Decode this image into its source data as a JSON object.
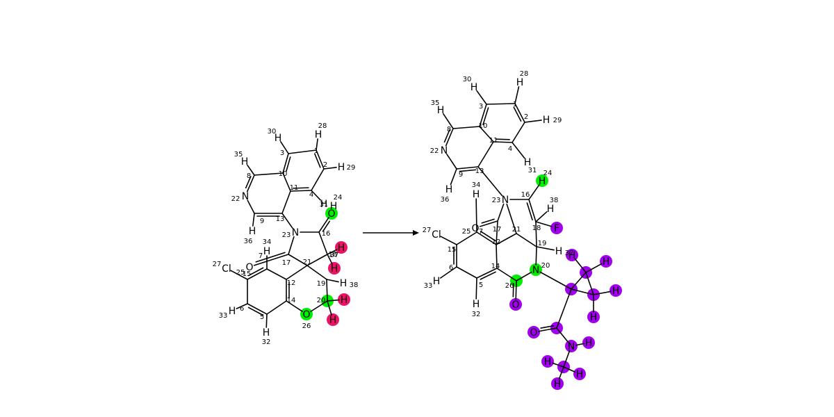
{
  "colors": {
    "bond": "#000000",
    "green": "#00ee00",
    "pink": "#ee1166",
    "purple": "#a000ee",
    "text": "#000000"
  },
  "left": {
    "atoms": [
      {
        "id": "l1",
        "sym": "",
        "idx": "1"
      },
      {
        "id": "l2",
        "sym": "",
        "idx": "2"
      },
      {
        "id": "l3",
        "sym": "",
        "idx": "3"
      },
      {
        "id": "l4",
        "sym": "",
        "idx": "4"
      },
      {
        "id": "l5",
        "sym": "",
        "idx": "5"
      },
      {
        "id": "l6",
        "sym": "",
        "idx": "6"
      },
      {
        "id": "l8",
        "sym": "",
        "idx": "8"
      },
      {
        "id": "l9",
        "sym": "",
        "idx": "9"
      },
      {
        "id": "l10",
        "sym": "",
        "idx": "10"
      },
      {
        "id": "l11",
        "sym": "",
        "idx": "11"
      },
      {
        "id": "l12",
        "sym": "",
        "idx": "12"
      },
      {
        "id": "l13",
        "sym": "",
        "idx": "13"
      },
      {
        "id": "l14",
        "sym": "",
        "idx": "14"
      },
      {
        "id": "l15",
        "sym": "",
        "idx": "15"
      },
      {
        "id": "l16",
        "sym": "",
        "idx": "16"
      },
      {
        "id": "l17",
        "sym": "",
        "idx": "17"
      },
      {
        "id": "l18",
        "sym": "",
        "idx": "18"
      },
      {
        "id": "l19",
        "sym": "",
        "idx": "19"
      },
      {
        "id": "l20",
        "sym": "",
        "idx": "20",
        "hl": "green"
      },
      {
        "id": "l21",
        "sym": "",
        "idx": "21"
      },
      {
        "id": "l22",
        "sym": "N",
        "idx": "22"
      },
      {
        "id": "l23",
        "sym": "N",
        "idx": "23"
      },
      {
        "id": "l24",
        "sym": "H",
        "idx": "24"
      },
      {
        "id": "l25",
        "sym": "",
        "idx": "25"
      },
      {
        "id": "l26",
        "sym": "O",
        "idx": "26",
        "hl": "green"
      },
      {
        "id": "l27",
        "sym": "Cl",
        "idx": "27"
      },
      {
        "id": "l28",
        "sym": "H",
        "idx": "28"
      },
      {
        "id": "l29",
        "sym": "H",
        "idx": "29"
      },
      {
        "id": "l30",
        "sym": "H",
        "idx": "30"
      },
      {
        "id": "l31",
        "sym": "H",
        "idx": "31"
      },
      {
        "id": "l32",
        "sym": "H",
        "idx": "32"
      },
      {
        "id": "l33",
        "sym": "H",
        "idx": "33"
      },
      {
        "id": "l34",
        "sym": "H",
        "idx": "34"
      },
      {
        "id": "l35",
        "sym": "H",
        "idx": "35"
      },
      {
        "id": "l36",
        "sym": "H",
        "idx": "36"
      },
      {
        "id": "l37",
        "sym": "H",
        "idx": "37",
        "hl": "pink"
      },
      {
        "id": "l38",
        "sym": "H",
        "idx": "38"
      },
      {
        "id": "l07",
        "sym": "O",
        "idx": "7"
      },
      {
        "id": "lO16",
        "sym": "O",
        "idx": "",
        "hl": "green"
      },
      {
        "id": "lHa",
        "sym": "H",
        "idx": "",
        "hl": "pink"
      },
      {
        "id": "lHb",
        "sym": "H",
        "idx": "",
        "hl": "pink"
      },
      {
        "id": "lHc",
        "sym": "H",
        "idx": "",
        "hl": "pink"
      }
    ],
    "bonds": [
      [
        "l1",
        "l2",
        2
      ],
      [
        "l2",
        "l4",
        1
      ],
      [
        "l4",
        "l11",
        2
      ],
      [
        "l11",
        "l10",
        1
      ],
      [
        "l10",
        "l3",
        2
      ],
      [
        "l3",
        "l1",
        1
      ],
      [
        "l10",
        "l8",
        1
      ],
      [
        "l8",
        "l22",
        2
      ],
      [
        "l22",
        "l9",
        1
      ],
      [
        "l9",
        "l13",
        2
      ],
      [
        "l13",
        "l11",
        1
      ],
      [
        "l13",
        "l23",
        1
      ],
      [
        "l23",
        "l16",
        1
      ],
      [
        "l16",
        "lO16",
        2
      ],
      [
        "l16",
        "l18",
        1
      ],
      [
        "l18",
        "l21",
        1
      ],
      [
        "l23",
        "l17",
        1
      ],
      [
        "l17",
        "l21",
        1
      ],
      [
        "l17",
        "l07",
        2
      ],
      [
        "l21",
        "l12",
        1
      ],
      [
        "l21",
        "l19",
        1
      ],
      [
        "l19",
        "l20",
        1
      ],
      [
        "l20",
        "l26",
        1
      ],
      [
        "l26",
        "l14",
        1
      ],
      [
        "l14",
        "l12",
        2
      ],
      [
        "l12",
        "l25",
        1
      ],
      [
        "l25",
        "l15",
        2
      ],
      [
        "l15",
        "l6",
        1
      ],
      [
        "l6",
        "l5",
        2
      ],
      [
        "l5",
        "l14",
        1
      ],
      [
        "l15",
        "l27",
        1
      ],
      [
        "l1",
        "l28",
        1
      ],
      [
        "l2",
        "l29",
        1
      ],
      [
        "l3",
        "l30",
        1
      ],
      [
        "l4",
        "l31",
        1
      ],
      [
        "l8",
        "l35",
        1
      ],
      [
        "l9",
        "l36",
        1
      ],
      [
        "l25",
        "l34",
        1
      ],
      [
        "l6",
        "l33",
        1
      ],
      [
        "l5",
        "l32",
        1
      ],
      [
        "l19",
        "l38",
        1
      ],
      [
        "l18",
        "l37",
        1
      ],
      [
        "l18",
        "lHa",
        1
      ],
      [
        "l20",
        "lHb",
        1
      ],
      [
        "l20",
        "lHc",
        1
      ]
    ]
  },
  "right": {
    "atoms": [
      {
        "id": "r1",
        "sym": "",
        "idx": "1"
      },
      {
        "id": "r2",
        "sym": "",
        "idx": "2"
      },
      {
        "id": "r3",
        "sym": "",
        "idx": "3"
      },
      {
        "id": "r4",
        "sym": "",
        "idx": "4"
      },
      {
        "id": "r5",
        "sym": "",
        "idx": "5"
      },
      {
        "id": "r6",
        "sym": "",
        "idx": "6"
      },
      {
        "id": "r8",
        "sym": "",
        "idx": "8"
      },
      {
        "id": "r9",
        "sym": "",
        "idx": "9"
      },
      {
        "id": "r10",
        "sym": "",
        "idx": "10"
      },
      {
        "id": "r11",
        "sym": "",
        "idx": "11"
      },
      {
        "id": "r12",
        "sym": "",
        "idx": "12"
      },
      {
        "id": "r13",
        "sym": "",
        "idx": "13"
      },
      {
        "id": "r14",
        "sym": "",
        "idx": "14"
      },
      {
        "id": "r15",
        "sym": "",
        "idx": "15"
      },
      {
        "id": "r16",
        "sym": "",
        "idx": "16"
      },
      {
        "id": "r17",
        "sym": "",
        "idx": "17"
      },
      {
        "id": "r18",
        "sym": "",
        "idx": "18"
      },
      {
        "id": "r19",
        "sym": "",
        "idx": "19"
      },
      {
        "id": "r20",
        "sym": "N",
        "idx": "20",
        "hl": "green"
      },
      {
        "id": "r21",
        "sym": "",
        "idx": "21"
      },
      {
        "id": "r22",
        "sym": "N",
        "idx": "22"
      },
      {
        "id": "r23",
        "sym": "N",
        "idx": "23"
      },
      {
        "id": "r24",
        "sym": "H",
        "idx": "24",
        "hl": "green"
      },
      {
        "id": "r25",
        "sym": "",
        "idx": "25"
      },
      {
        "id": "r26",
        "sym": "",
        "idx": "26",
        "hl": "green"
      },
      {
        "id": "r27",
        "sym": "Cl",
        "idx": "27"
      },
      {
        "id": "r28",
        "sym": "H",
        "idx": "28"
      },
      {
        "id": "r29",
        "sym": "H",
        "idx": "29"
      },
      {
        "id": "r30",
        "sym": "H",
        "idx": "30"
      },
      {
        "id": "r31",
        "sym": "H",
        "idx": "31"
      },
      {
        "id": "r32",
        "sym": "H",
        "idx": "32"
      },
      {
        "id": "r33",
        "sym": "H",
        "idx": "33"
      },
      {
        "id": "r34",
        "sym": "H",
        "idx": "34"
      },
      {
        "id": "r35",
        "sym": "H",
        "idx": "35"
      },
      {
        "id": "r36",
        "sym": "H",
        "idx": "36"
      },
      {
        "id": "r37",
        "sym": "H",
        "idx": "37"
      },
      {
        "id": "r38",
        "sym": "H",
        "idx": "38"
      },
      {
        "id": "r07",
        "sym": "O",
        "idx": "7"
      },
      {
        "id": "rO26",
        "sym": "O",
        "idx": "",
        "hl": "purple"
      },
      {
        "id": "rF",
        "sym": "F",
        "idx": "",
        "hl": "purple"
      },
      {
        "id": "rPC",
        "sym": "",
        "idx": "",
        "hl": "purple"
      },
      {
        "id": "rPC2",
        "sym": "",
        "idx": "",
        "hl": "purple"
      },
      {
        "id": "rPC3",
        "sym": "",
        "idx": "",
        "hl": "purple"
      },
      {
        "id": "rPC4",
        "sym": "",
        "idx": "",
        "hl": "purple"
      },
      {
        "id": "rPO",
        "sym": "O",
        "idx": "",
        "hl": "purple"
      },
      {
        "id": "rPN",
        "sym": "N",
        "idx": "",
        "hl": "purple"
      },
      {
        "id": "rPC5",
        "sym": "",
        "idx": "",
        "hl": "purple"
      },
      {
        "id": "rPH1",
        "sym": "H",
        "idx": "",
        "hl": "purple"
      },
      {
        "id": "rPH2",
        "sym": "H",
        "idx": "",
        "hl": "purple"
      },
      {
        "id": "rPH3",
        "sym": "H",
        "idx": "",
        "hl": "purple"
      },
      {
        "id": "rPH4",
        "sym": "H",
        "idx": "",
        "hl": "purple"
      },
      {
        "id": "rPH5",
        "sym": "H",
        "idx": "",
        "hl": "purple"
      },
      {
        "id": "rPH6",
        "sym": "H",
        "idx": "",
        "hl": "purple"
      },
      {
        "id": "rPH7",
        "sym": "H",
        "idx": "",
        "hl": "purple"
      },
      {
        "id": "rPH8",
        "sym": "H",
        "idx": "",
        "hl": "purple"
      },
      {
        "id": "rPH9",
        "sym": "H",
        "idx": "",
        "hl": "purple"
      }
    ],
    "bonds": [
      [
        "r1",
        "r2",
        2
      ],
      [
        "r2",
        "r4",
        1
      ],
      [
        "r4",
        "r11",
        2
      ],
      [
        "r11",
        "r10",
        1
      ],
      [
        "r10",
        "r3",
        2
      ],
      [
        "r3",
        "r1",
        1
      ],
      [
        "r10",
        "r8",
        1
      ],
      [
        "r8",
        "r22",
        2
      ],
      [
        "r22",
        "r9",
        1
      ],
      [
        "r9",
        "r13",
        2
      ],
      [
        "r13",
        "r11",
        1
      ],
      [
        "r13",
        "r23",
        1
      ],
      [
        "r23",
        "r16",
        1
      ],
      [
        "r16",
        "r18",
        2
      ],
      [
        "r18",
        "r19",
        1
      ],
      [
        "r19",
        "r21",
        1
      ],
      [
        "r21",
        "r23",
        1
      ],
      [
        "r23",
        "r17",
        1
      ],
      [
        "r17",
        "r07",
        2
      ],
      [
        "r17",
        "r12",
        1
      ],
      [
        "r21",
        "r12",
        1
      ],
      [
        "r12",
        "r25",
        2
      ],
      [
        "r25",
        "r15",
        1
      ],
      [
        "r15",
        "r6",
        2
      ],
      [
        "r6",
        "r5",
        1
      ],
      [
        "r5",
        "r14",
        2
      ],
      [
        "r14",
        "r12",
        1
      ],
      [
        "r14",
        "r26",
        1
      ],
      [
        "r26",
        "r20",
        1
      ],
      [
        "r20",
        "r19",
        1
      ],
      [
        "r26",
        "rO26",
        2
      ],
      [
        "r18",
        "rF",
        1
      ],
      [
        "r16",
        "r24",
        1
      ],
      [
        "r15",
        "r27",
        1
      ],
      [
        "r1",
        "r28",
        1
      ],
      [
        "r2",
        "r29",
        1
      ],
      [
        "r3",
        "r30",
        1
      ],
      [
        "r4",
        "r31",
        1
      ],
      [
        "r8",
        "r35",
        1
      ],
      [
        "r9",
        "r36",
        1
      ],
      [
        "r25",
        "r34",
        1
      ],
      [
        "r6",
        "r33",
        1
      ],
      [
        "r5",
        "r32",
        1
      ],
      [
        "r18",
        "r38",
        1
      ],
      [
        "r19",
        "r37",
        1
      ],
      [
        "r20",
        "rPC",
        1
      ],
      [
        "rPC",
        "rPC2",
        1
      ],
      [
        "rPC",
        "rPC3",
        1
      ],
      [
        "rPC2",
        "rPC3",
        1
      ],
      [
        "rPC",
        "rPC4",
        1
      ],
      [
        "rPC4",
        "rPO",
        2
      ],
      [
        "rPC4",
        "rPN",
        1
      ],
      [
        "rPN",
        "rPC5",
        1
      ],
      [
        "rPC2",
        "rPH1",
        1
      ],
      [
        "rPC2",
        "rPH2",
        1
      ],
      [
        "rPC3",
        "rPH3",
        1
      ],
      [
        "rPC3",
        "rPH4",
        1
      ],
      [
        "rPN",
        "rPH5",
        1
      ],
      [
        "rPC5",
        "rPH6",
        1
      ],
      [
        "rPC5",
        "rPH7",
        1
      ],
      [
        "rPC5",
        "rPH8",
        1
      ]
    ]
  }
}
